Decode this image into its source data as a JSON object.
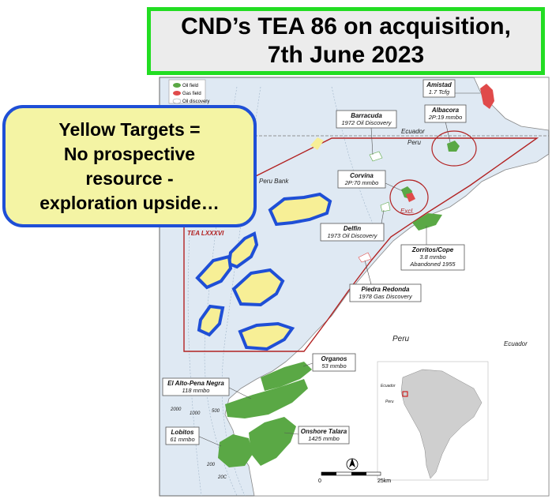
{
  "title": {
    "line1": "CND’s TEA 86 on acquisition,",
    "line2": "7th June 2023"
  },
  "note": {
    "line1": "Yellow Targets =",
    "line2": "No prospective",
    "line3": "resource -",
    "line4": "exploration upside…"
  },
  "legend": {
    "items": [
      {
        "label": "Oil field",
        "color": "#5aa845"
      },
      {
        "label": "Gas field",
        "color": "#e04a4a"
      },
      {
        "label": "Oil discovery",
        "color": "#ffffff"
      }
    ]
  },
  "colors": {
    "sea": "#dfe9f3",
    "land": "#ffffff",
    "oil": "#5aa845",
    "gas": "#e04a4a",
    "block_outline": "#b22222",
    "target_fill": "#f7ef96",
    "target_outline": "#1f4fd6"
  },
  "map_labels": {
    "tea_block": "TEA LXXXVI",
    "peru_bank": "Peru Bank",
    "excl": "Excl.",
    "ecuador_line": "Ecuador",
    "peru_line": "Peru",
    "peru_land": "Peru",
    "ecuador_land": "Ecuador",
    "inset_ecuador": "Ecuador",
    "inset_peru": "Peru",
    "scale_start": "0",
    "scale_end": "25km",
    "bathy_1": "2000",
    "bathy_2": "1000",
    "bathy_3": "500",
    "bathy_4": "200",
    "bathy_5": "20C"
  },
  "fields": [
    {
      "title": "Amistad",
      "sub1": "1.7 Tcfg",
      "sub2": ""
    },
    {
      "title": "Albacora",
      "sub1": "2P:19 mmbo",
      "sub2": ""
    },
    {
      "title": "Barracuda",
      "sub1": "1972 Oil Discovery",
      "sub2": ""
    },
    {
      "title": "Corvina",
      "sub1": "2P:70 mmbo",
      "sub2": ""
    },
    {
      "title": "Delfin",
      "sub1": "1973 Oil Discovery",
      "sub2": ""
    },
    {
      "title": "Zorritos/Cope",
      "sub1": "3.8 mmbo",
      "sub2": "Abandoned 1955"
    },
    {
      "title": "Piedra Redonda",
      "sub1": "1978 Gas Discovery",
      "sub2": ""
    },
    {
      "title": "Organos",
      "sub1": "53 mmbo",
      "sub2": ""
    },
    {
      "title": "El Alto-Pena Negra",
      "sub1": "118 mmbo",
      "sub2": ""
    },
    {
      "title": "Lobitos",
      "sub1": "61 mmbo",
      "sub2": ""
    },
    {
      "title": "Onshore Talara",
      "sub1": "1425 mmbo",
      "sub2": ""
    }
  ]
}
